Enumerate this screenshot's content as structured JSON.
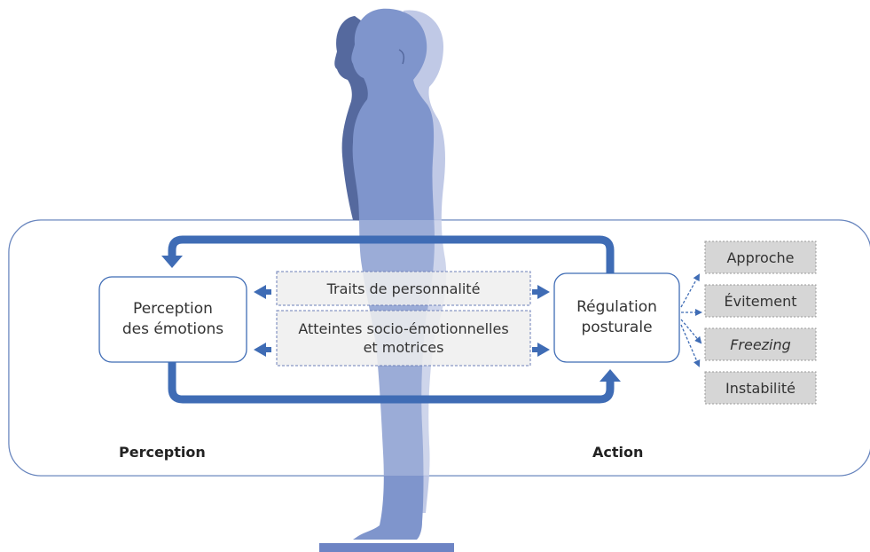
{
  "diagram": {
    "left_node": "Perception\ndes émotions",
    "right_node": "Régulation\nposturale",
    "center_boxes": [
      "Traits de personnalité",
      "Atteintes socio-émotionnelles\net motrices"
    ],
    "outcomes": [
      "Approche",
      "Évitement",
      "Freezing",
      "Instabilité"
    ],
    "bottom_labels": {
      "left": "Perception",
      "right": "Action"
    }
  },
  "colors": {
    "arrow": "#3f6cb5",
    "figure_front": "#7f95cc",
    "figure_back": "#55699e",
    "figure_ghost": "#b9c3e3",
    "frame_border": "#5a7ab8",
    "outcome_fill": "#d6d6d6"
  }
}
